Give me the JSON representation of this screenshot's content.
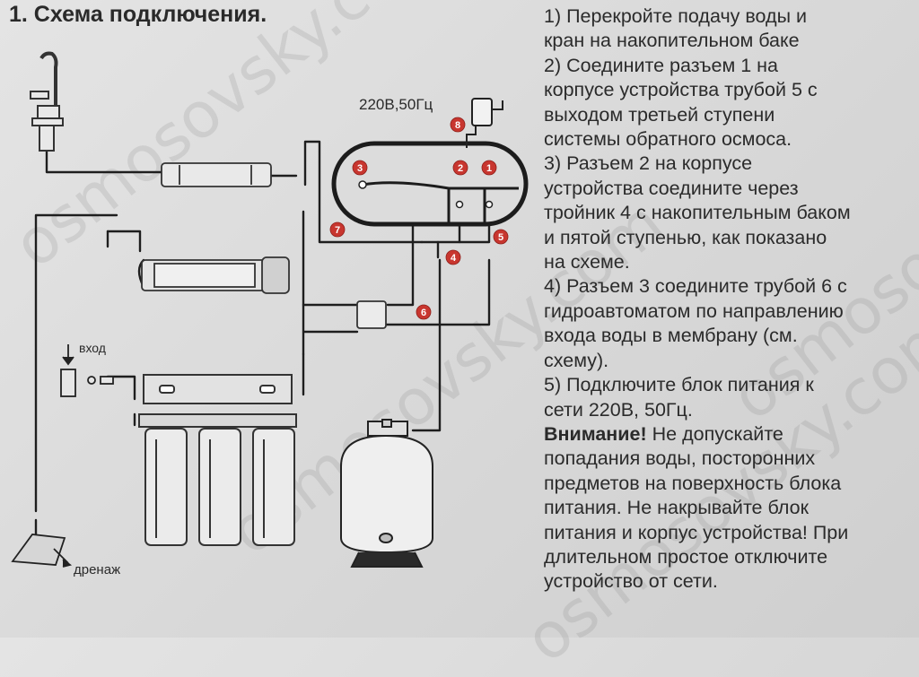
{
  "title": "1. Схема подключения.",
  "diagram": {
    "power_label": "220В,50Гц",
    "inlet_label": "вход",
    "drain_label": "дренаж",
    "markers": [
      "1",
      "2",
      "3",
      "4",
      "5",
      "6",
      "7",
      "8"
    ]
  },
  "instructions": {
    "lines": [
      "1) Перекройте подачу воды и",
      "кран на накопительном баке",
      "2)  Соедините разъем 1 на",
      "корпусе устройства трубой 5 с",
      "выходом третьей ступени",
      "системы обратного осмоса.",
      "3)  Разъем 2 на корпусе",
      "устройства соедините через",
      "тройник 4 с накопительным баком",
      "и пятой ступенью, как показано",
      "на схеме.",
      "4) Разъем 3 соедините трубой 6 с",
      "гидроавтоматом по направлению",
      "входа воды в мембрану (см.",
      "схему).",
      "5) Подключите блок питания к",
      "сети 220В, 50Гц."
    ],
    "warning_label": "Внимание!",
    "warning_rest": " Не допускайте",
    "warning_lines": [
      "попадания воды, посторонних",
      "предметов на поверхность блока",
      "питания. Не накрывайте блок",
      "питания и корпус устройства! При",
      "длительном простое отключите",
      "устройство от сети."
    ]
  },
  "watermark": {
    "text": "osmosovsky.com"
  }
}
